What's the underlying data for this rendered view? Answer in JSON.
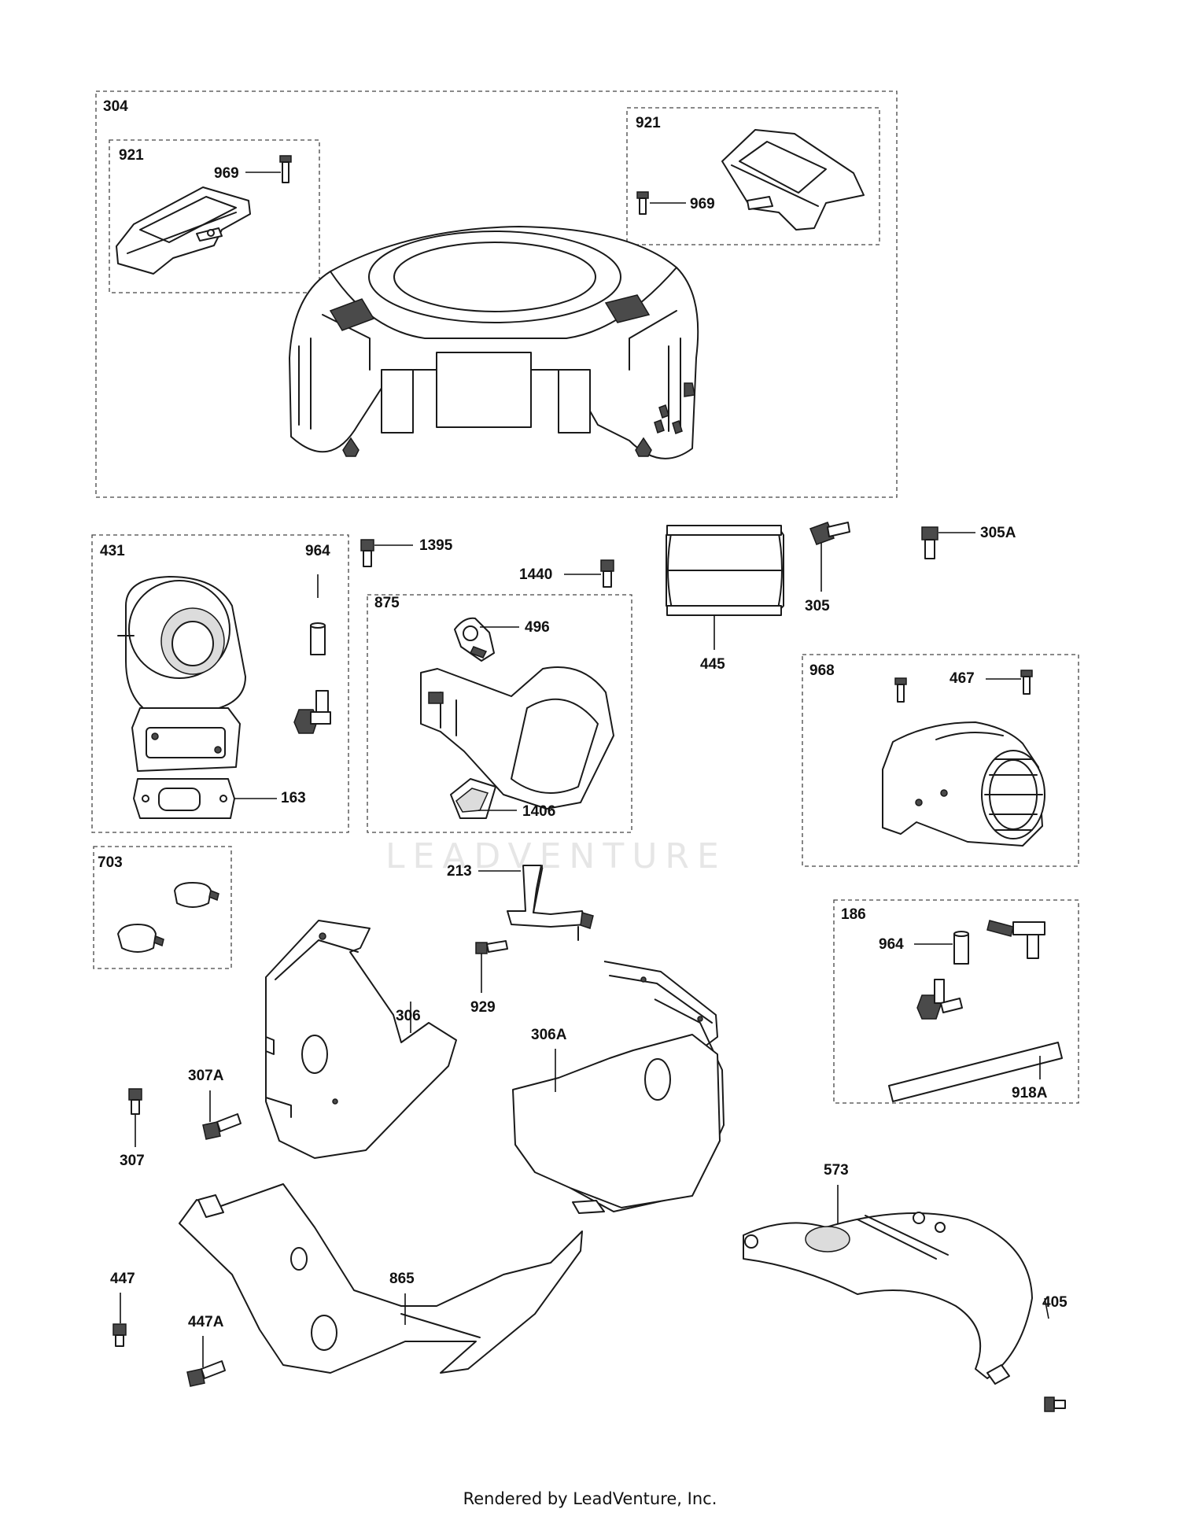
{
  "watermark": "LEADVENTURE",
  "footer": "Rendered by LeadVenture, Inc.",
  "callouts": {
    "c304": "304",
    "c921_left": "921",
    "c969_left": "969",
    "c921_right": "921",
    "c969_right": "969",
    "c431": "431",
    "c964_top": "964",
    "c163": "163",
    "c1395": "1395",
    "c1440": "1440",
    "c875": "875",
    "c496": "496",
    "c1406": "1406",
    "c445": "445",
    "c305": "305",
    "c305A": "305A",
    "c968": "968",
    "c467": "467",
    "c703": "703",
    "c213": "213",
    "c929": "929",
    "c186": "186",
    "c964_bottom": "964",
    "c918A": "918A",
    "c306": "306",
    "c306A": "306A",
    "c307": "307",
    "c307A": "307A",
    "c865": "865",
    "c573": "573",
    "c405": "405",
    "c447": "447",
    "c447A": "447A"
  }
}
